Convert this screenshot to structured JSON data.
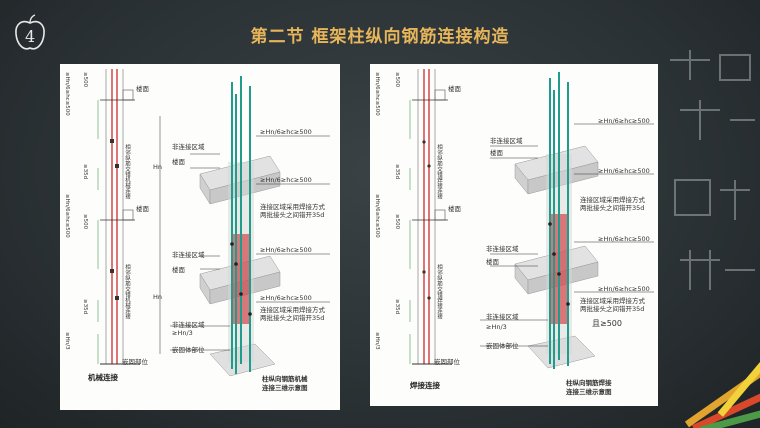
{
  "title": "第二节  框架柱纵向钢筋连接构造",
  "left_panel": {
    "caption": "机械连接",
    "iso_caption_1": "柱纵向钢筋机械",
    "iso_caption_2": "连接三维示意图",
    "labels": {
      "l1": "≥Hn/6≥hc≥500",
      "l2": "非连接区域",
      "l3": "楼面",
      "l4": "≥Hn/6≥hc≥500",
      "l5": "连接区域采用焊接方式",
      "l6": "两批接头之间错开35d",
      "l7": "≥Hn/6≥hc≥500",
      "l8": "非连接区域",
      "l9": "楼面",
      "l10": "≥Hn/6≥hc≥500",
      "l11": "连接区域采用焊接方式",
      "l12": "两批接头之间错开35d",
      "l13": "非连接区域",
      "l14": "≥Hn/3",
      "l15": "嵌固体部位",
      "h1": "Hn",
      "h2": "Hn"
    },
    "side": {
      "s1": "≥Hn/6≥hc≥500",
      "s2": "≥500",
      "s3": "相邻纵筋交错机械连接",
      "s4": "≥35d",
      "s5": "≥Hn/6≥hc≥500",
      "s6": "≥500",
      "s7": "相邻纵筋交错机械连接",
      "s8": "≥35d",
      "s9": "≥Hn/3",
      "s10": "楼面",
      "s11": "楼面",
      "s12": "嵌固部位"
    }
  },
  "right_panel": {
    "caption": "焊接连接",
    "iso_caption_1": "柱纵向钢筋焊接",
    "iso_caption_2": "连接三维示意图",
    "note": "且≥500",
    "labels": {
      "l1": "≥Hn/6≥hc≥500",
      "l2": "非连接区域",
      "l3": "楼面",
      "l4": "≥Hn/6≥hc≥500",
      "l5": "连接区域采用焊接方式",
      "l6": "两批接头之间错开35d",
      "l7": "≥Hn/6≥hc≥500",
      "l8": "非连接区域",
      "l9": "楼面",
      "l10": "≥Hn/6≥hc≥500",
      "l11": "连接区域采用焊接方式",
      "l12": "两批接头之间错开35d",
      "l13": "非连接区域",
      "l14": "≥Hn/3",
      "l15": "嵌固体部位"
    },
    "side": {
      "s1": "≥Hn/6≥hc≥500",
      "s2": "≥500",
      "s3": "相邻纵筋交错焊接连接",
      "s4": "≥35d",
      "s5": "≥Hn/6≥hc≥500",
      "s6": "≥500",
      "s7": "相邻纵筋交错焊接连接",
      "s8": "≥35d",
      "s9": "≥Hn/3",
      "s10": "楼面",
      "s11": "楼面",
      "s12": "嵌固部位"
    }
  },
  "colors": {
    "title": "#e7b55a",
    "rebar_red": "#c8191f",
    "rebar_green": "#1e9c8c",
    "concrete": "#e2e2e2"
  }
}
